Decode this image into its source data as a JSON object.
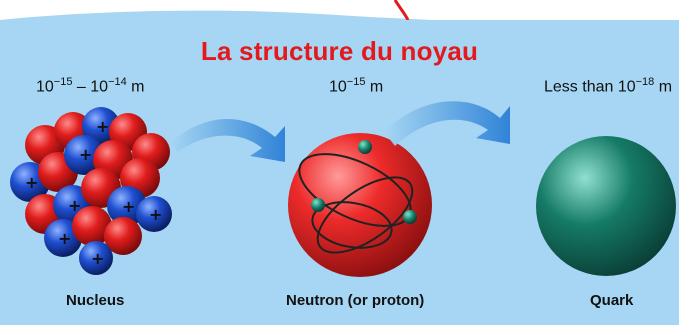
{
  "title": "La structure du noyau",
  "scales": {
    "nucleus": {
      "pre": "10",
      "exp1": "−15",
      "mid": " – 10",
      "exp2": "−14",
      "unit": " m"
    },
    "neutron": {
      "pre": "10",
      "exp1": "−15",
      "unit": " m"
    },
    "quark": {
      "pre": "Less than 10",
      "exp1": "−18",
      "unit": " m"
    }
  },
  "captions": {
    "nucleus": "Nucleus",
    "neutron": "Neutron (or proton)",
    "quark": "Quark"
  },
  "colors": {
    "background": "#a6d6f3",
    "title": "#e3191c",
    "proton": "#e11d1d",
    "neutron_particle": "#1f4fd1",
    "quark": "#157b66",
    "arrow": "#2a7fd6"
  },
  "icons": {
    "plus": "+"
  }
}
